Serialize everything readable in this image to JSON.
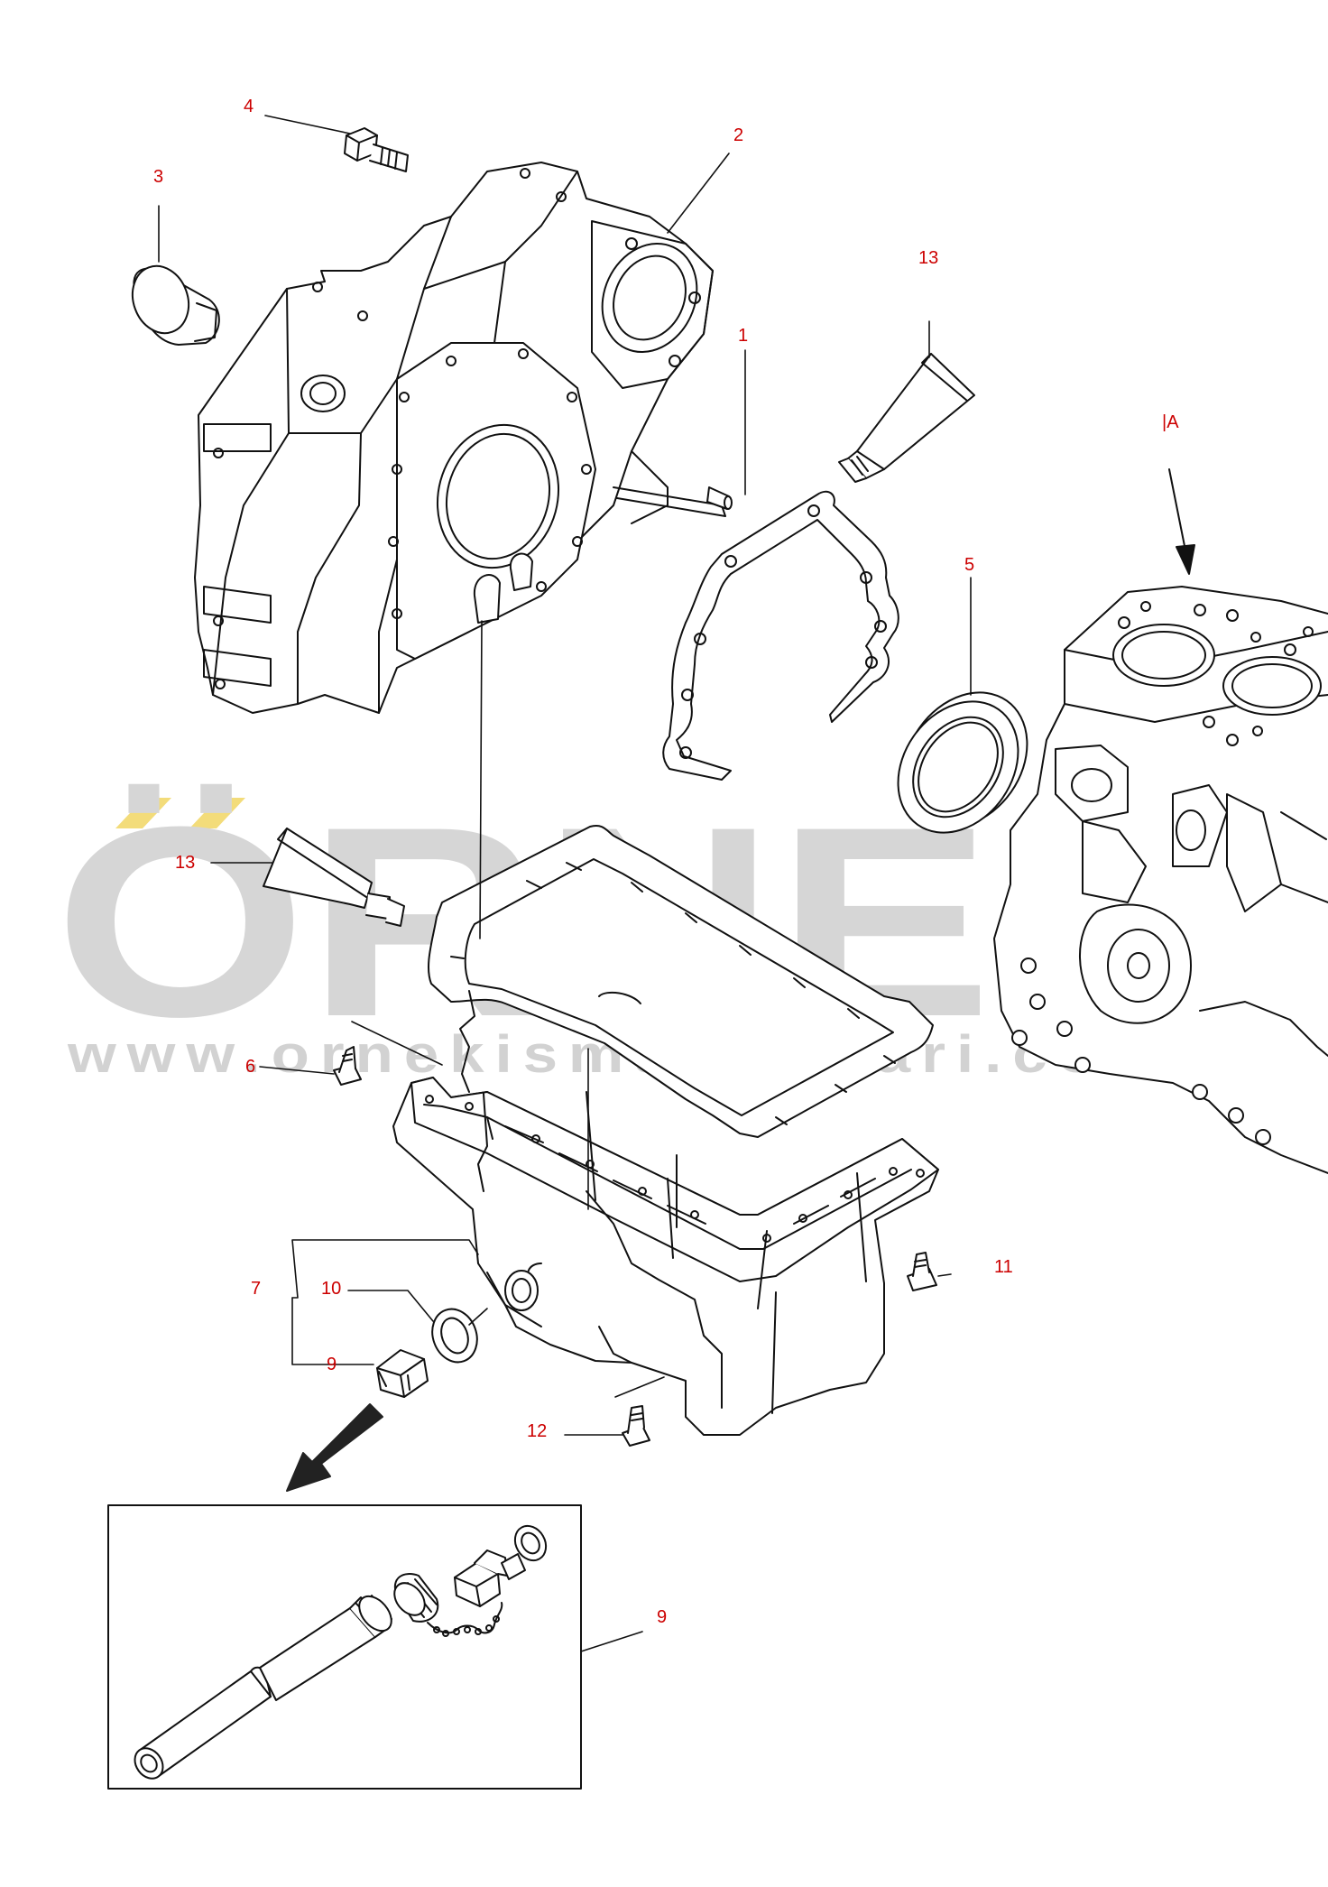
{
  "colors": {
    "line": "#111111",
    "callout": "#cc0000",
    "watermark": "#d6d6d6",
    "watermark_accent": "#f3dc7a",
    "background": "#ffffff"
  },
  "watermark": {
    "brand": "ÖRNEK",
    "url": "www.ornekismakinalari.com.tr"
  },
  "callouts": {
    "c1": "1",
    "c2": "2",
    "c3": "3",
    "c4": "4",
    "c5": "5",
    "c6": "6",
    "c7": "7",
    "c9": "9",
    "c10": "10",
    "c11": "11",
    "c12": "12",
    "c13a": "13",
    "c13b": "13",
    "c9_detail": "9",
    "ref_a": "|A"
  }
}
